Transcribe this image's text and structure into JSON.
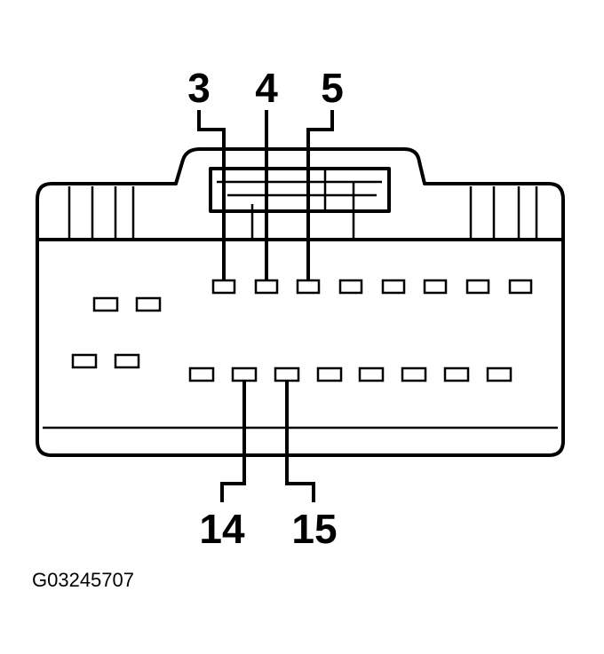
{
  "diagram": {
    "callouts_top": [
      {
        "label": "3",
        "pin_index": 0
      },
      {
        "label": "4",
        "pin_index": 1
      },
      {
        "label": "5",
        "pin_index": 2
      }
    ],
    "callouts_bottom": [
      {
        "label": "14",
        "pin_index": 1
      },
      {
        "label": "15",
        "pin_index": 2
      }
    ],
    "figure_id": "G03245707",
    "colors": {
      "line": "#000000",
      "background": "#ffffff"
    }
  }
}
